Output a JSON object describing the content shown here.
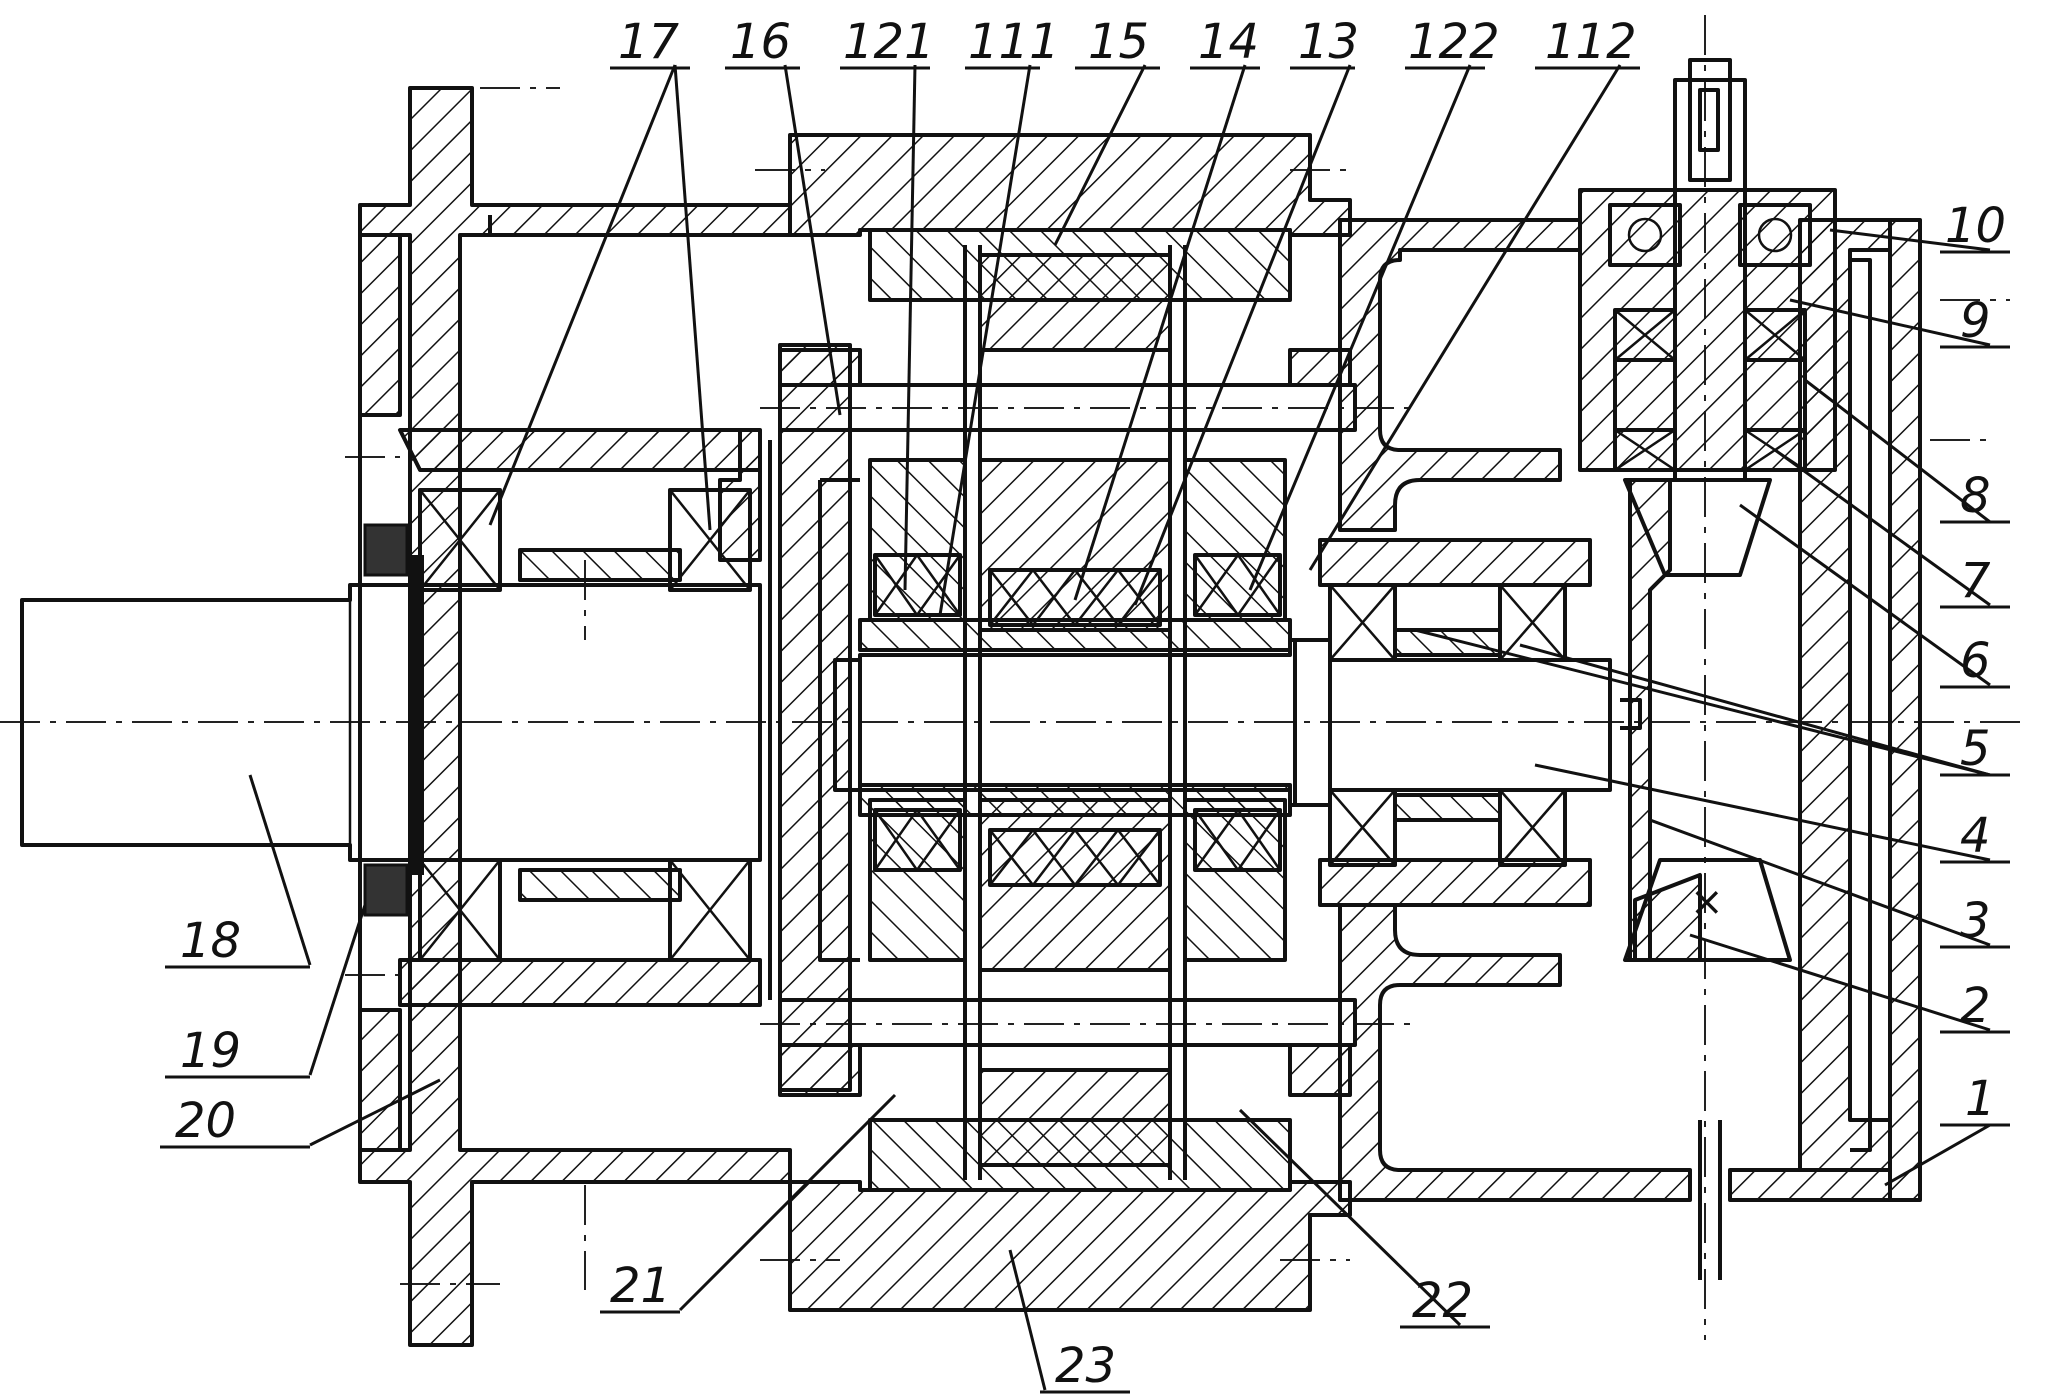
{
  "labels": {
    "l1": "1",
    "l2": "2",
    "l3": "3",
    "l4": "4",
    "l5": "5",
    "l6": "6",
    "l7": "7",
    "l8": "8",
    "l9": "9",
    "l10": "10",
    "l13": "13",
    "l14": "14",
    "l15": "15",
    "l16": "16",
    "l17": "17",
    "l18": "18",
    "l19": "19",
    "l20": "20",
    "l21": "21",
    "l22": "22",
    "l23": "23",
    "l111": "111",
    "l112": "112",
    "l121": "121",
    "l122": "122"
  }
}
